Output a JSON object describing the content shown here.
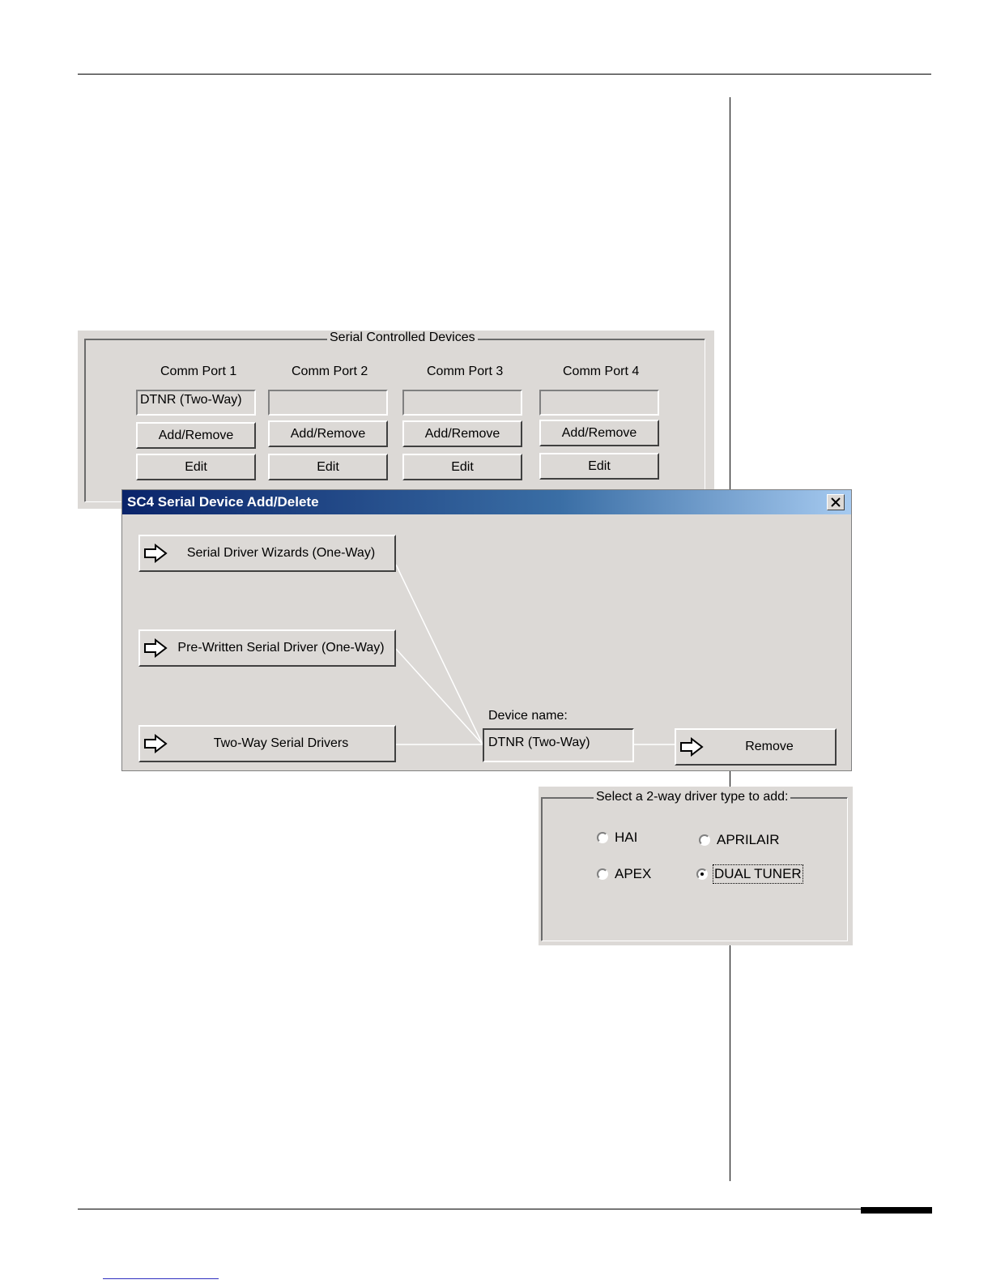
{
  "serial_devices": {
    "legend": "Serial Controlled Devices",
    "ports": [
      {
        "label": "Comm Port 1",
        "value": "DTNR (Two-Way)",
        "add_label": "Add/Remove",
        "edit_label": "Edit"
      },
      {
        "label": "Comm Port 2",
        "value": "",
        "add_label": "Add/Remove",
        "edit_label": "Edit"
      },
      {
        "label": "Comm Port 3",
        "value": "",
        "add_label": "Add/Remove",
        "edit_label": "Edit"
      },
      {
        "label": "Comm Port 4",
        "value": "",
        "add_label": "Add/Remove",
        "edit_label": "Edit"
      }
    ]
  },
  "dialog": {
    "title": "SC4 Serial Device Add/Delete",
    "wizards_label": "Serial Driver Wizards (One-Way)",
    "prewritten_label": "Pre-Written Serial Driver (One-Way)",
    "twoway_label": "Two-Way Serial Drivers",
    "device_name_label": "Device name:",
    "device_name_value": "DTNR (Two-Way)",
    "remove_label": "Remove"
  },
  "driver_type": {
    "legend": "Select a 2-way driver type to add:",
    "options": [
      {
        "label": "HAI",
        "selected": false
      },
      {
        "label": "APRILAIR",
        "selected": false
      },
      {
        "label": "APEX",
        "selected": false
      },
      {
        "label": "DUAL TUNER",
        "selected": true
      }
    ]
  },
  "icons": {
    "arrow": "arrow-right-icon",
    "close": "close-icon"
  }
}
